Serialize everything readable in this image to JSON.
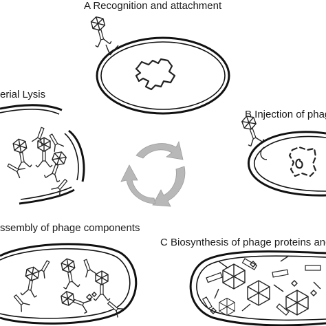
{
  "labels": {
    "a": "A Recognition and attachment",
    "b": "B Injection of phage",
    "c": "C Biosynthesis of phage proteins and",
    "d": "ssembly of phage components",
    "e": "erial Lysis"
  },
  "colors": {
    "outline": "#111111",
    "arrow": "#b5b5b5",
    "head_fill": "#ffffff"
  }
}
